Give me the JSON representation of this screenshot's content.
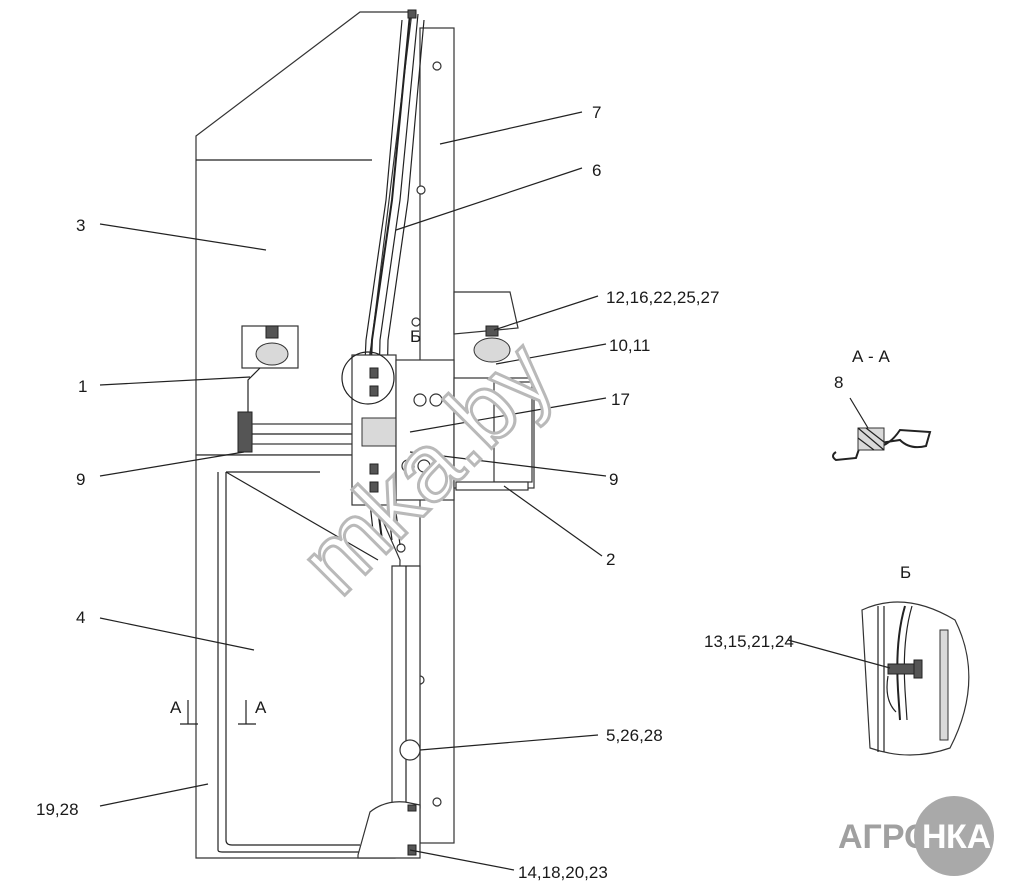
{
  "callouts": [
    {
      "id": "c1",
      "text": "1"
    },
    {
      "id": "c2",
      "text": "2"
    },
    {
      "id": "c3",
      "text": "3"
    },
    {
      "id": "c4",
      "text": "4"
    },
    {
      "id": "c5",
      "text": "5,26,28"
    },
    {
      "id": "c6",
      "text": "6"
    },
    {
      "id": "c7",
      "text": "7"
    },
    {
      "id": "c8",
      "text": "8"
    },
    {
      "id": "c9a",
      "text": "9"
    },
    {
      "id": "c9b",
      "text": "9"
    },
    {
      "id": "c10",
      "text": "10,11"
    },
    {
      "id": "c12",
      "text": "12,16,22,25,27"
    },
    {
      "id": "c13",
      "text": "13,15,21,24"
    },
    {
      "id": "c14",
      "text": "14,18,20,23"
    },
    {
      "id": "c17",
      "text": "17"
    },
    {
      "id": "c19",
      "text": "19,28"
    }
  ],
  "section_marks": {
    "a_left": "А",
    "a_right": "А",
    "b_mark": "Б",
    "section_aa_title": "А - А",
    "detail_b_title": "Б"
  },
  "watermark": "mka.by",
  "logo": {
    "left": "АГРО",
    "mid": "Н",
    "right": "КА"
  }
}
